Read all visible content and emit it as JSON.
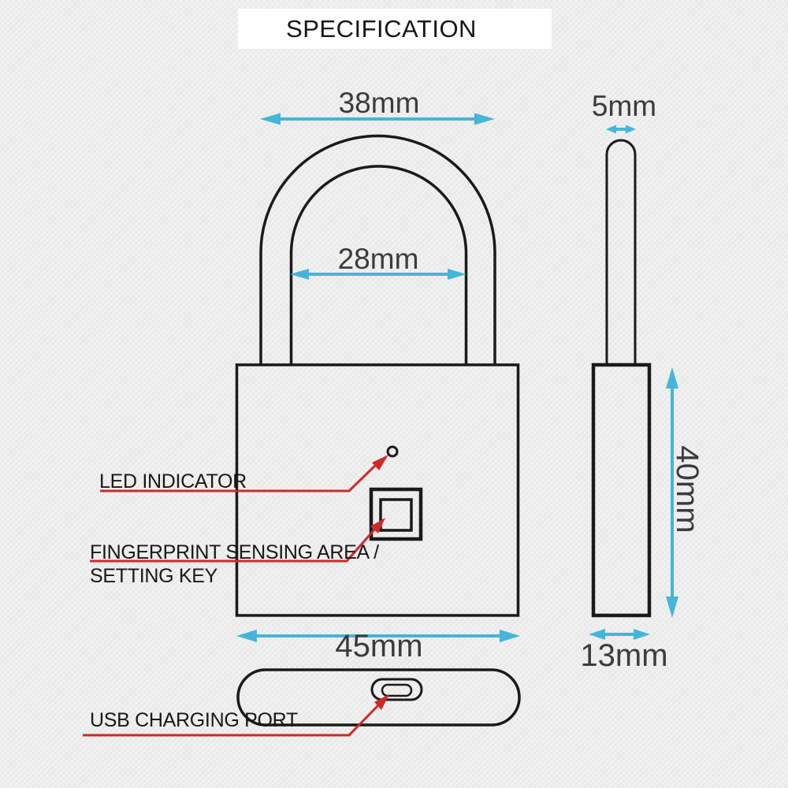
{
  "title": "SPECIFICATION",
  "front_view": {
    "dim_outer_shackle_width": "38mm",
    "dim_inner_shackle_width": "28mm",
    "dim_body_width": "45mm"
  },
  "side_view": {
    "dim_shackle_thickness": "5mm",
    "dim_body_height": "40mm",
    "dim_body_depth": "13mm"
  },
  "callouts": {
    "led": "LED INDICATOR",
    "fingerprint_line1": "FINGERPRINT SENSING AREA /",
    "fingerprint_line2": "SETTING KEY",
    "usb": "USB CHARGING PORT"
  },
  "colors": {
    "dimension_arrow": "#45b5d8",
    "callout_leader": "#ce2a26",
    "outline": "#1a1a1a",
    "background": "#ececec",
    "title_background": "#fefefe"
  }
}
